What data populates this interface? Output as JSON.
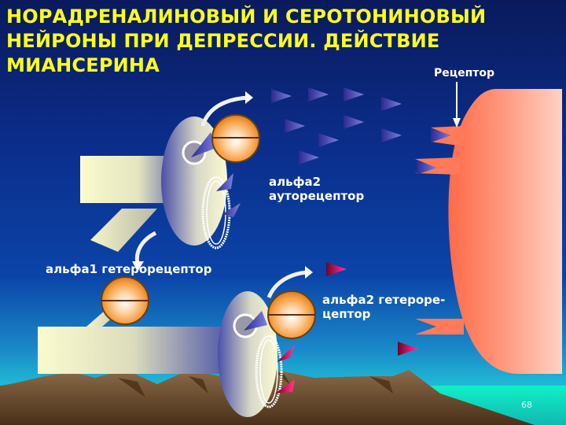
{
  "slide": {
    "title_lines": [
      "НОРАДРЕНАЛИНОВЫЙ И СЕРОТОНИНОВЫЙ",
      "НЕЙРОНЫ ПРИ ДЕПРЕССИИ. ДЕЙСТВИЕ",
      "МИАНСЕРИНА"
    ],
    "page_number": "68"
  },
  "labels": {
    "receptor": "Рецептор",
    "alpha2_autoreceptor_line1": "альфа2",
    "alpha2_autoreceptor_line2": "ауторецептор",
    "alpha1_heteroreceptor": "альфа1 гетерорецептор",
    "alpha2_heteroreceptor_line1": "альфа2 гетероре-",
    "alpha2_heteroreceptor_line2": "цептор"
  },
  "colors": {
    "title": "#ffff1e",
    "sky_top": "#0a1a5c",
    "sky_mid": "#0b3aa0",
    "sky_horizon": "#1cc0d8",
    "sea": "#10e8c0",
    "mountain": "#7a5a3a",
    "neuron_light": "#fafad2",
    "neuron_dark": "#4a4fa8",
    "postsynaptic_left": "#ff7050",
    "postsynaptic_right": "#ffd0c0",
    "noradrenaline": "#5a4fc8",
    "serotonin": "#c8145a",
    "mianserin_ball": "#f6a040"
  },
  "icons": {
    "noradrenaline_molecule": "blue-triangle",
    "serotonin_molecule": "magenta-triangle",
    "mianserin_drug": "orange-sphere",
    "release_arrow": "curved-white-arrow",
    "receptor_pointer": "down-arrow"
  }
}
